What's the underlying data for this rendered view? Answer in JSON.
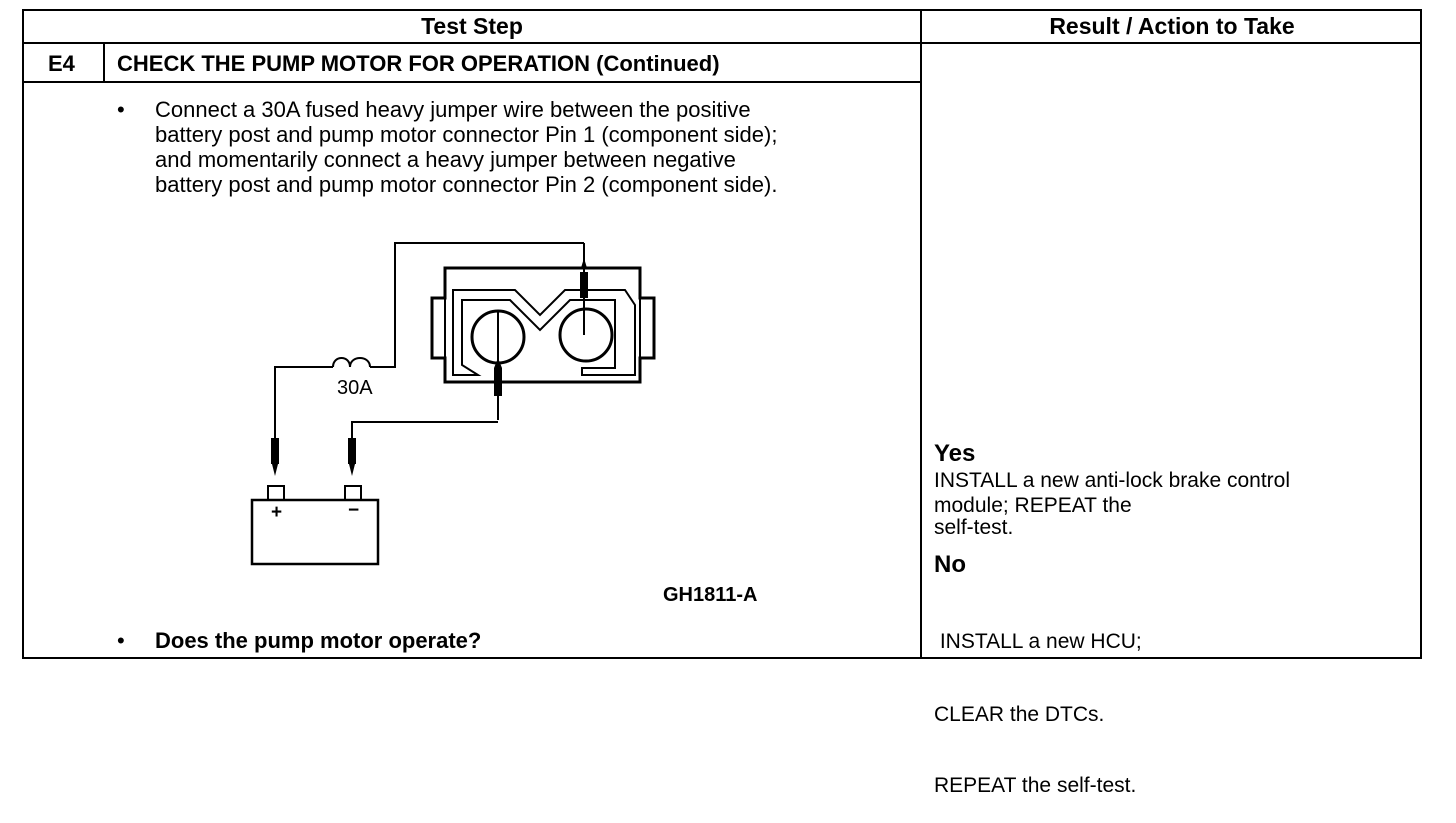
{
  "header": {
    "test_step": "Test Step",
    "result_action": "Result / Action to Take"
  },
  "step": {
    "id": "E4",
    "title": "CHECK THE PUMP MOTOR FOR OPERATION (Continued)",
    "bullet": "•",
    "instruction_lines": [
      "Connect a 30A fused heavy jumper wire between the positive",
      "battery post and pump motor connector Pin 1 (component side);",
      "and momentarily connect a heavy jumper between negative",
      "battery post and pump motor connector Pin 2 (component  side)."
    ],
    "question": "Does the pump motor operate?"
  },
  "figure": {
    "fuse_label": "30A",
    "plus_label": "+",
    "minus_label": "−",
    "figure_id": "GH1811-A"
  },
  "results": {
    "yes_heading": "Yes",
    "yes_lines": [
      "INSTALL a new anti-lock brake control",
      "module; REPEAT the",
      "self-test."
    ],
    "no_heading": "No",
    "no_lines": [
      " INSTALL a new HCU;",
      "CLEAR the DTCs.",
      "REPEAT the self-test."
    ]
  }
}
